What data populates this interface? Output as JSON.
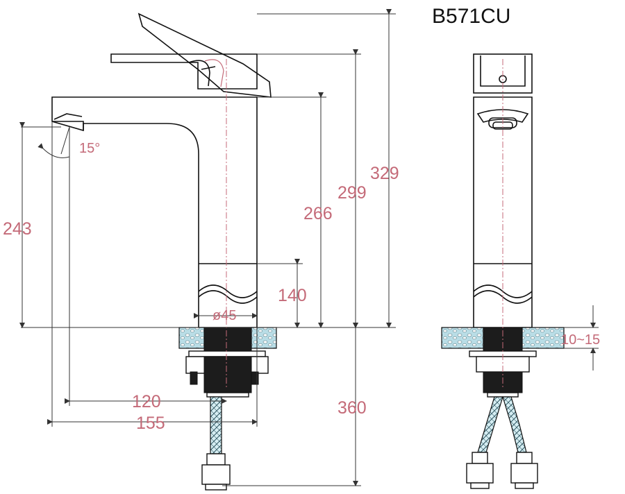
{
  "model": "B571CU",
  "colors": {
    "outline": "#111111",
    "dimension": "#c46a78",
    "stone": "#b9dde6"
  },
  "dimensions": {
    "total_height": "329",
    "lever_height": "299",
    "spout_height": "266",
    "outlet_height": "243",
    "base_height": "140",
    "body_diameter": "ø45",
    "spout_reach_inner": "120",
    "spout_reach_outer": "155",
    "hose_length": "360",
    "angle": "15°",
    "counter_thickness": "10~15"
  }
}
